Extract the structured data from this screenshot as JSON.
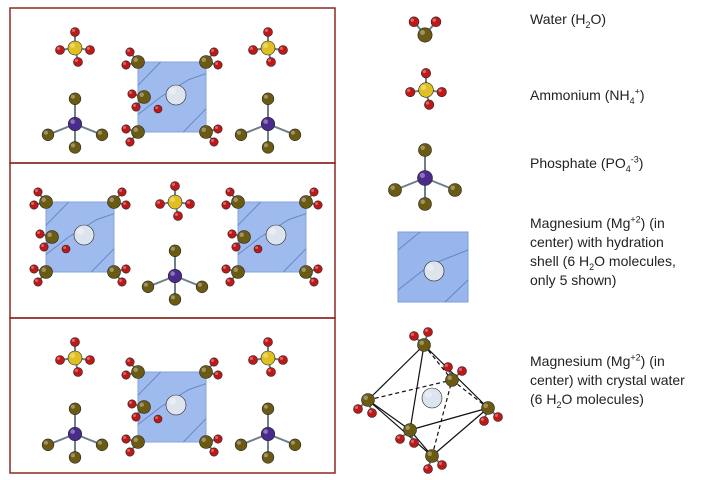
{
  "colors": {
    "frame": "#8b2a22",
    "oxygen": "#c01818",
    "water_atom": "#6b5a12",
    "ammonium_atom": "#e0c020",
    "phosphate_atom": "#4a2a8c",
    "magnesium": "#dde4ee",
    "hydration_shell": "#7fa3e8",
    "bond": "#6e7f8c",
    "octahedron_edge": "#111111"
  },
  "legend": {
    "water": {
      "name": "Water",
      "paren_open": "(H",
      "sub": "2",
      "paren_close": "O)"
    },
    "ammonium": {
      "name": "Ammonium",
      "paren_open": "(NH",
      "sub": "4",
      "sup": "+",
      "paren_close": ")"
    },
    "phosphate": {
      "name": "Phosphate",
      "paren_open": "(PO",
      "sub": "4",
      "sup": "-3",
      "paren_close": ")"
    },
    "mg_shell": {
      "line1_a": "Magnesium (Mg",
      "line1_sup": "+2",
      "line1_b": ") (in",
      "line2": "center) with hydration",
      "line3_a": "shell (6 H",
      "line3_sub": "2",
      "line3_b": "O molecules,",
      "line4": "only 5 shown)"
    },
    "mg_crystal": {
      "line1_a": "Magnesium (Mg",
      "line1_sup": "+2",
      "line1_b": ")  (in",
      "line2": "center) with crystal water",
      "line3_a": "(6 H",
      "line3_sub": "2",
      "line3_b": "O molecules)"
    }
  }
}
